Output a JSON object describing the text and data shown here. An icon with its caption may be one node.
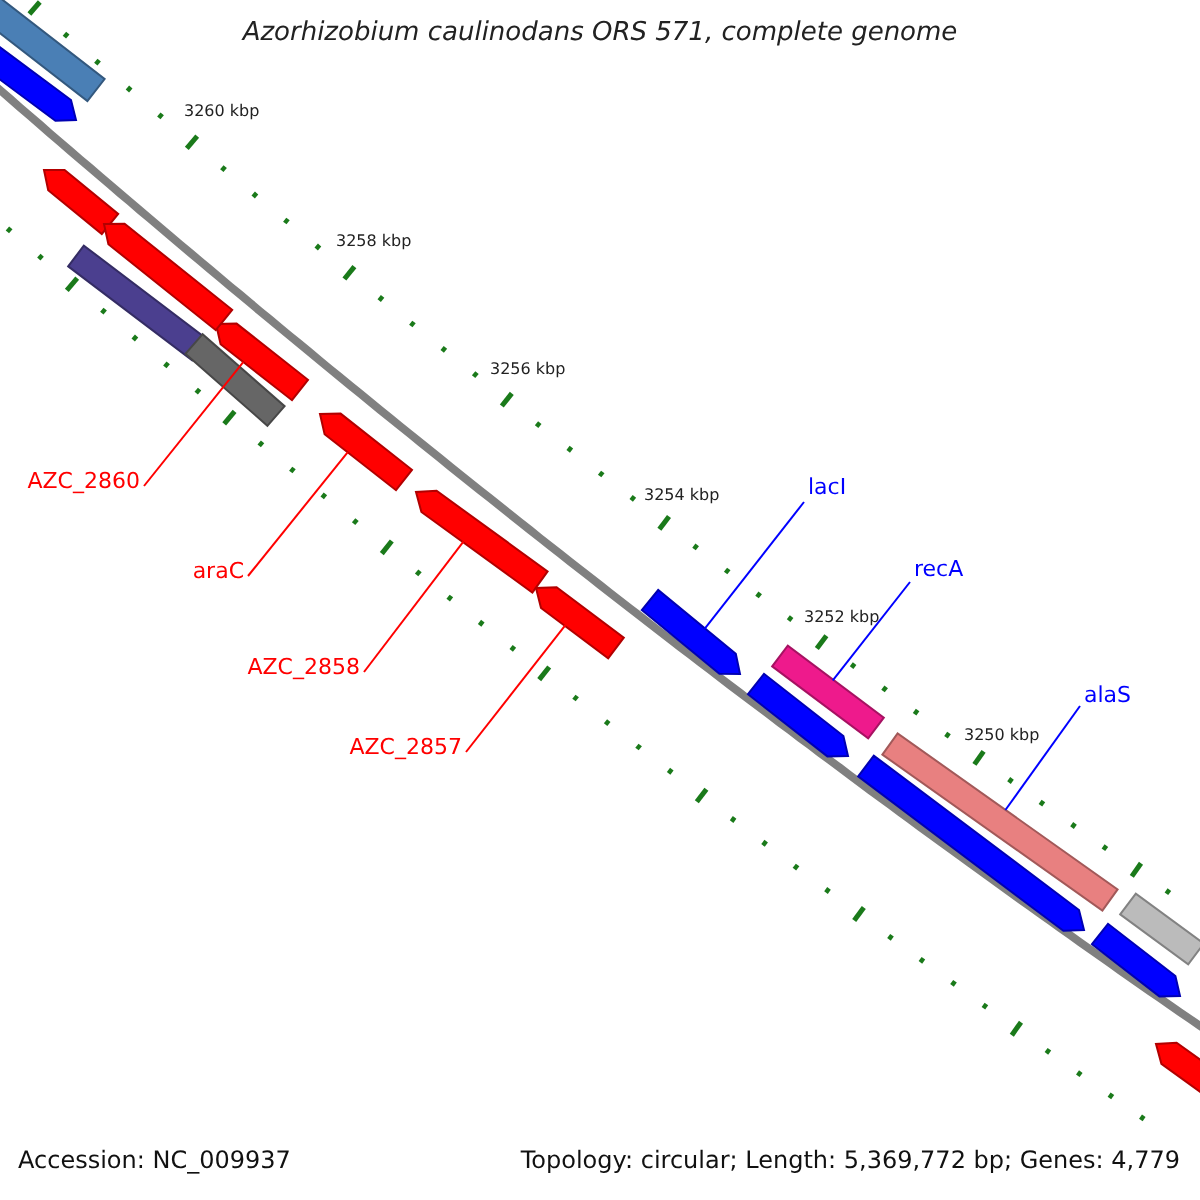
{
  "diagram": {
    "title": "Azorhizobium caulinodans ORS 571, complete genome",
    "nodes": [
      {
        "text": [
          "lacI"
        ]
      },
      {
        "text": [
          "recA"
        ]
      },
      {
        "text": [
          "alaS"
        ]
      },
      {
        "text": [
          "AZC_2860"
        ]
      },
      {
        "text": [
          "araC"
        ]
      },
      {
        "text": [
          "AZC_2858"
        ]
      },
      {
        "text": [
          "AZC_2857"
        ]
      },
      {
        "text": [],
        "shape": "bar"
      },
      {
        "text": [],
        "shape": "bar"
      },
      {
        "text": [],
        "shape": "bar"
      },
      {
        "text": [],
        "shape": "bar"
      },
      {
        "text": [],
        "shape": "bar"
      },
      {
        "text": [],
        "shape": "bar"
      },
      {
        "text": [],
        "shape": "bar"
      },
      {
        "text": [],
        "shape": "bar"
      },
      {
        "text": [],
        "shape": "bar"
      },
      {
        "text": [],
        "shape": "bar"
      },
      {
        "text": [],
        "shape": "bar"
      },
      {
        "text": [],
        "shape": "bar"
      },
      {
        "text": [],
        "shape": "bar"
      },
      {
        "text": [],
        "shape": "bar"
      },
      {
        "text": [],
        "shape": "bar"
      },
      {
        "text": [],
        "shape": "bar"
      },
      {
        "text": [],
        "shape": "bar"
      },
      {
        "text": [],
        "shape": "bar"
      }
    ],
    "edges": [
      {
        "from": 0,
        "to": 7,
        "arrow": "none",
        "color": "#0000ff"
      },
      {
        "from": 1,
        "to": 8,
        "arrow": "none",
        "color": "#0000ff"
      },
      {
        "from": 2,
        "to": 9,
        "arrow": "none",
        "color": "#0000ff"
      },
      {
        "from": 3,
        "to": 10,
        "arrow": "none"
      },
      {
        "from": 4,
        "to": 11,
        "arrow": "none"
      },
      {
        "from": 5,
        "to": 12,
        "arrow": "none"
      },
      {
        "from": 6,
        "to": 13,
        "arrow": "none"
      }
    ],
    "labels": [
      "3260 kbp",
      "3258 kbp",
      "3256 kbp",
      "3254 kbp",
      "3252 kbp",
      "3250 kbp",
      "Accession: NC_009937",
      "Topology: circular; Length: 5,369,772 bp; Genes: 4,779"
    ]
  }
}
